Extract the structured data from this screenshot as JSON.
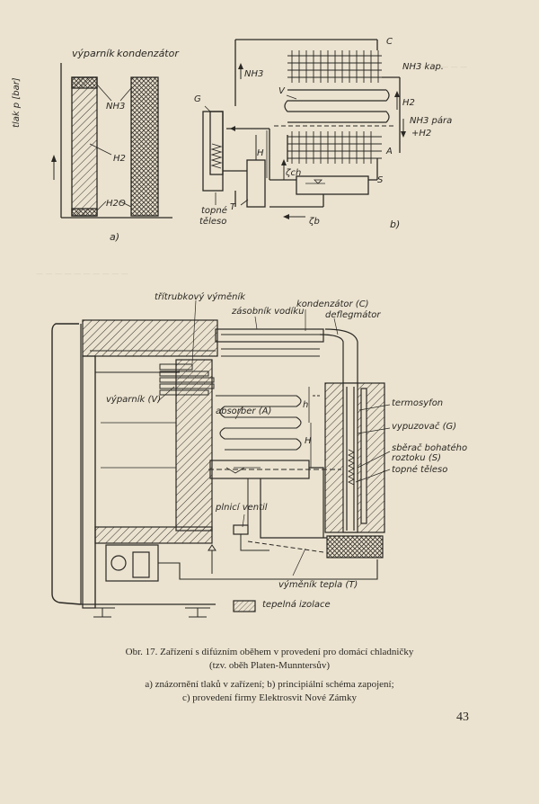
{
  "figure": {
    "panel_a": {
      "title_left": "výparník",
      "title_right": "kondenzátor",
      "axis_label": "tlak p [bar]",
      "nh3": "NH3",
      "h2": "H2",
      "h2o": "H2O",
      "panel_letter": "a)"
    },
    "panel_b": {
      "c": "C",
      "nh3": "NH3",
      "nh3_kap": "NH3 kap.",
      "v": "V",
      "g": "G",
      "h2": "H2",
      "nh3_para": "NH3 pára",
      "plus_h2": "+H2",
      "a": "A",
      "s": "S",
      "t": "T",
      "h": "H",
      "zeta_ch": "ζch",
      "zeta_b": "ζb",
      "heater": "topné",
      "heater2": "těleso",
      "panel_letter": "b)"
    },
    "panel_c": {
      "triple_exchanger": "třítrubkový výměník",
      "hydrogen_tank": "zásobník vodíku",
      "condenser": "kondenzátor (C)",
      "deflegmator": "deflegmátor",
      "evaporator": "výparník (V)",
      "absorber": "absorber (A)",
      "h_small": "h",
      "h_big": "H",
      "thermosyphon": "termosyfon",
      "boiler": "vypuzovač (G)",
      "collector1": "sběrač bohatého",
      "collector2": "roztoku (S)",
      "heater": "topné těleso",
      "fill_valve": "plnicí ventil",
      "heat_exchanger": "výměník tepla (T)",
      "insulation": "tepelná izolace"
    }
  },
  "caption": {
    "line1": "Obr. 17. Zařízení s difúzním oběhem v provedení pro domácí chladničky",
    "line2": "(tzv. oběh Platen-Munntersův)",
    "line3": "a) znázornění tlaků v zařízení; b) principiální schéma zapojení;",
    "line4": "c) provedení firmy Elektrosvit Nové Zámky"
  },
  "page_number": "43"
}
